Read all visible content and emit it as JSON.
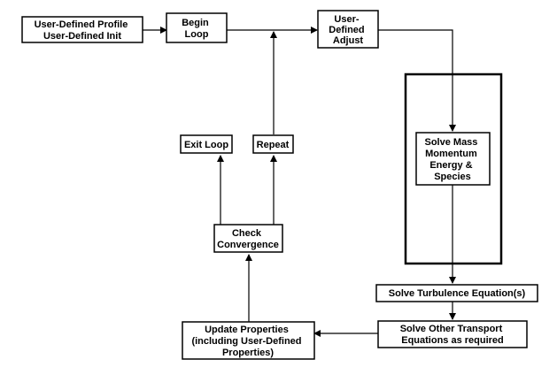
{
  "diagram": {
    "nodes": {
      "user_defined_profile": {
        "lines": [
          "User-Defined Profile",
          "User-Defined Init"
        ]
      },
      "begin_loop": {
        "lines": [
          "Begin",
          "Loop"
        ]
      },
      "user_defined_adjust": {
        "lines": [
          "User-",
          "Defined",
          "Adjust"
        ]
      },
      "solve_mass": {
        "lines": [
          "Solve Mass",
          "Momentum",
          "Energy &",
          "Species"
        ]
      },
      "solve_turbulence": {
        "lines": [
          "Solve Turbulence Equation(s)"
        ]
      },
      "solve_other_transport": {
        "lines": [
          "Solve Other Transport",
          "Equations as required"
        ]
      },
      "update_properties": {
        "lines": [
          "Update Properties",
          "(including User-Defined",
          "Properties)"
        ]
      },
      "check_convergence": {
        "lines": [
          "Check",
          "Convergence"
        ]
      },
      "exit_loop": {
        "lines": [
          "Exit Loop"
        ]
      },
      "repeat": {
        "lines": [
          "Repeat"
        ]
      }
    },
    "edges": [
      {
        "from": "user_defined_profile",
        "to": "begin_loop"
      },
      {
        "from": "begin_loop",
        "to": "user_defined_adjust"
      },
      {
        "from": "user_defined_adjust",
        "to": "solve_mass"
      },
      {
        "from": "solve_mass",
        "to": "solve_turbulence"
      },
      {
        "from": "solve_turbulence",
        "to": "solve_other_transport"
      },
      {
        "from": "solve_other_transport",
        "to": "update_properties"
      },
      {
        "from": "update_properties",
        "to": "check_convergence"
      },
      {
        "from": "check_convergence",
        "to": "exit_loop"
      },
      {
        "from": "check_convergence",
        "to": "repeat"
      },
      {
        "from": "repeat",
        "to": "begin_loop"
      }
    ]
  }
}
